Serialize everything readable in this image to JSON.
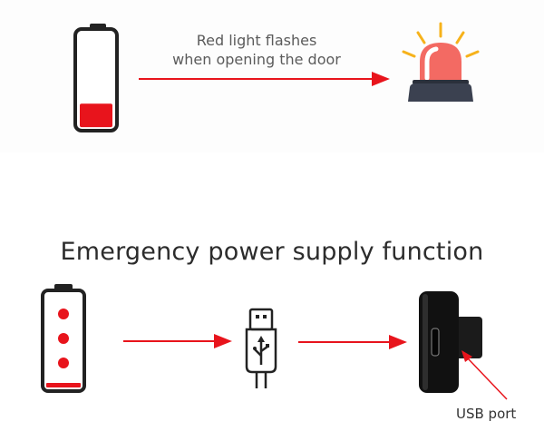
{
  "top_row": {
    "caption_line1": "Red light flashes",
    "caption_line2": "when opening the door",
    "battery_level": 0.25,
    "icons": [
      "battery-low-icon",
      "arrow-right-icon",
      "alarm-siren-icon"
    ]
  },
  "bottom_row": {
    "title": "Emergency power supply function",
    "port_label": "USB port",
    "icons": [
      "battery-empty-icon",
      "arrow-right-icon",
      "usb-plug-icon",
      "arrow-right-icon",
      "door-lock-icon"
    ]
  },
  "colors": {
    "accent_red": "#e8141c",
    "battery_outline": "#222222",
    "siren_dome": "#f36a63",
    "siren_base": "#3b4150"
  }
}
